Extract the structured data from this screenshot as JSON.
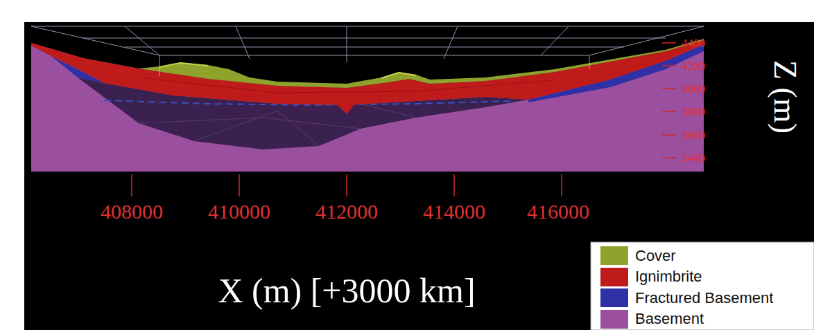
{
  "diagram": {
    "labels": [
      "4400",
      "4200",
      "4000",
      "3800",
      "3600",
      "3400",
      "Z (m)",
      "408000",
      "410000",
      "412000",
      "414000",
      "416000",
      "X (m) [+3000 km]"
    ],
    "legend": [
      {
        "text": "Cover",
        "color": "#8fa22c"
      },
      {
        "text": "Ignimbrite",
        "color": "#c01b1b"
      },
      {
        "text": "Fractured Basement",
        "color": "#2f2fa6"
      },
      {
        "text": "Basement",
        "color": "#9b4f9f"
      }
    ]
  }
}
